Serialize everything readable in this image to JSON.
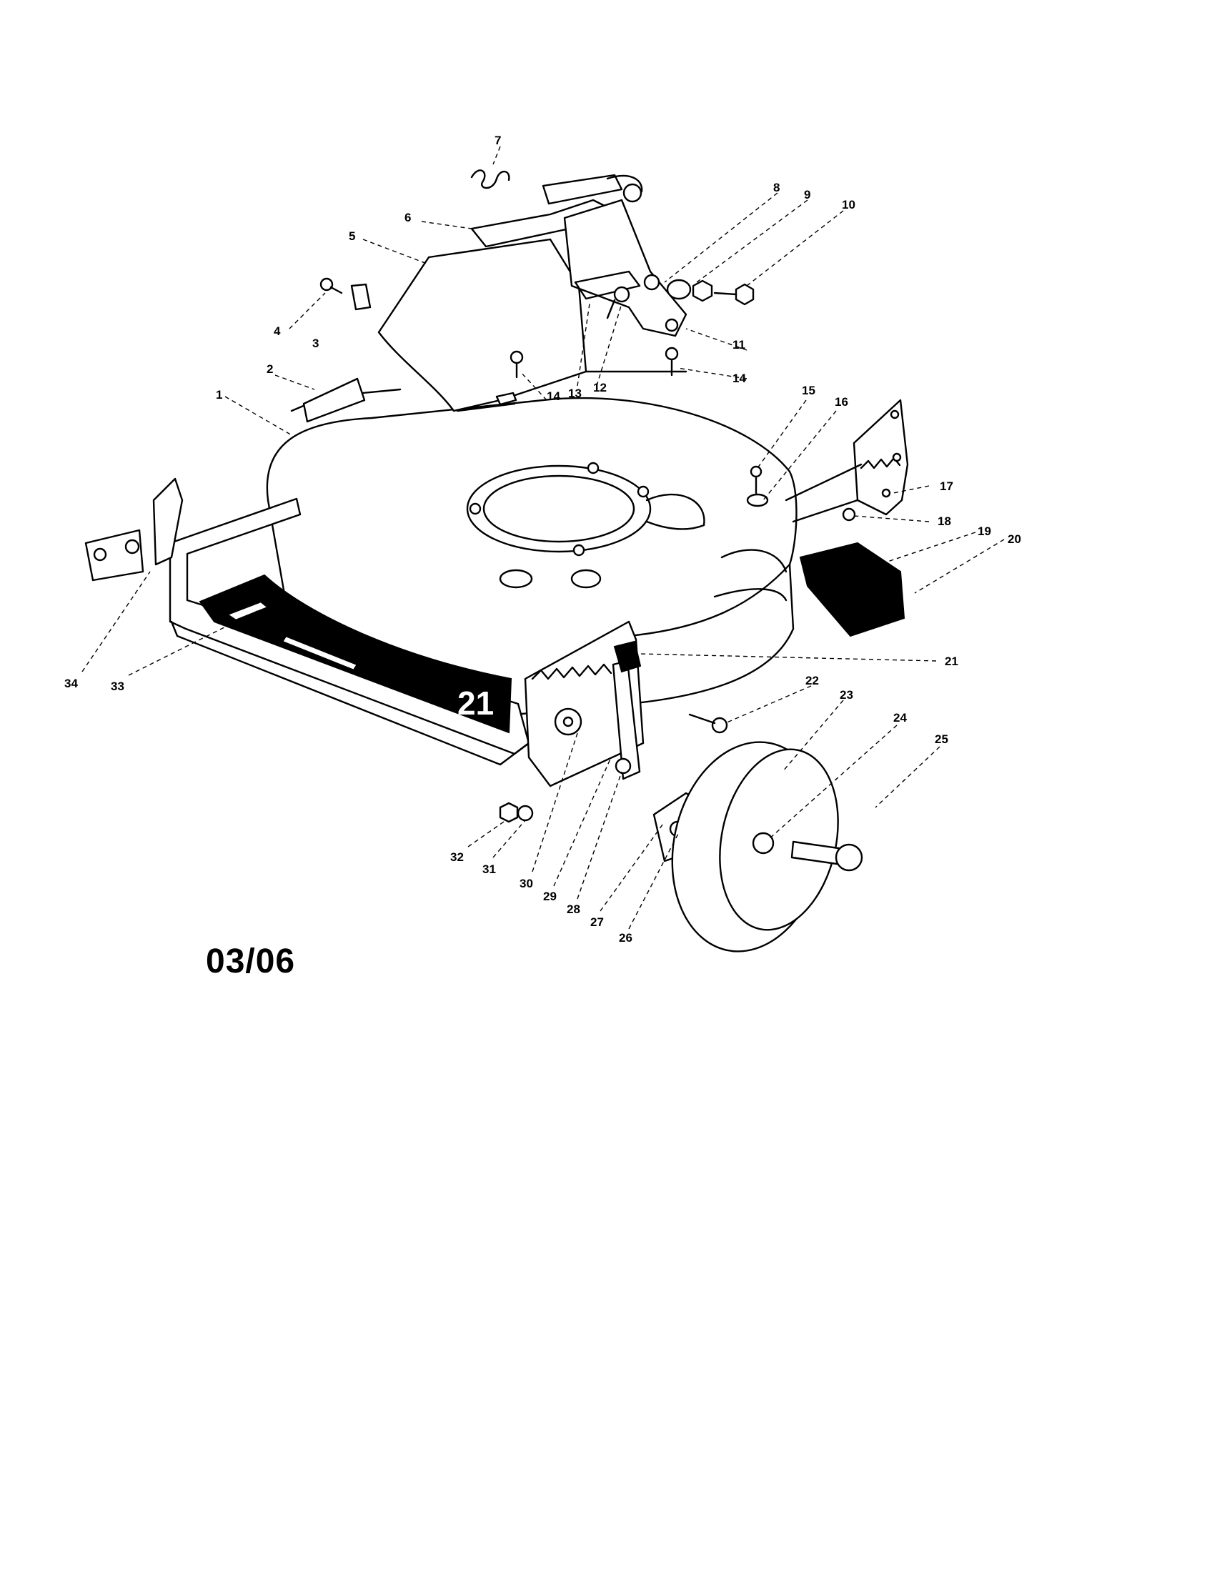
{
  "diagram": {
    "code": "03/06",
    "deck_mark": "21",
    "callouts": [
      "1",
      "2",
      "3",
      "4",
      "5",
      "6",
      "7",
      "8",
      "9",
      "10",
      "11",
      "12",
      "13",
      "14",
      "14",
      "15",
      "16",
      "17",
      "18",
      "19",
      "20",
      "21",
      "22",
      "23",
      "24",
      "25",
      "26",
      "27",
      "28",
      "29",
      "30",
      "31",
      "32",
      "33",
      "34"
    ]
  }
}
